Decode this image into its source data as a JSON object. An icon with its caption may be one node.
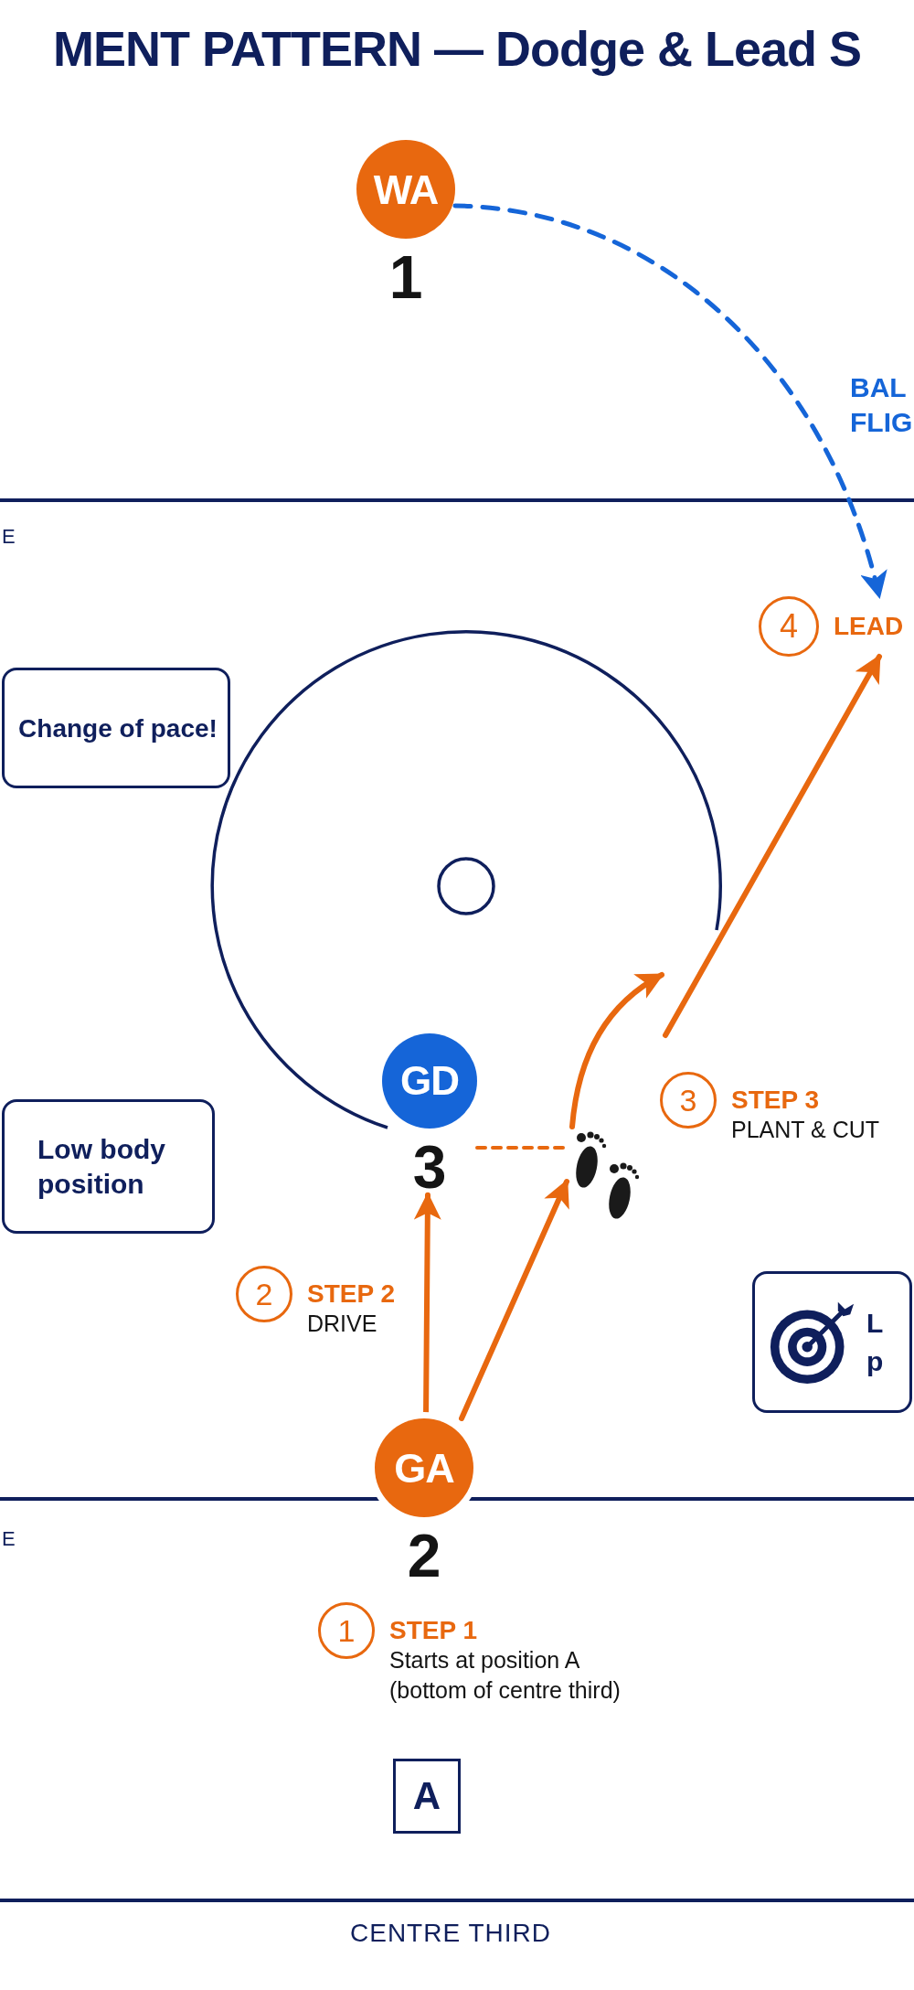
{
  "diagram": {
    "title": "MENT PATTERN — Dodge & Lead S",
    "nodes": [
      {
        "text": [
          "WA"
        ],
        "beside": [
          "1"
        ]
      },
      {
        "text": [
          "4"
        ],
        "beside": [
          "LEAD"
        ]
      },
      {
        "text": [
          "Change of pace!"
        ]
      },
      {
        "text": [
          "GD"
        ],
        "beside": [
          "3"
        ]
      },
      {
        "text": [
          "3"
        ],
        "beside": [
          "STEP 3",
          "PLANT & CUT"
        ]
      },
      {
        "text": [
          "Low body position"
        ]
      },
      {
        "text": [],
        "shape": "picture"
      },
      {
        "text": [
          "2"
        ],
        "beside": [
          "STEP 2",
          "DRIVE"
        ]
      },
      {
        "text": [
          "L p"
        ]
      },
      {
        "text": [
          "GA"
        ],
        "beside": [
          "2"
        ]
      },
      {
        "text": [
          "1"
        ],
        "beside": [
          "STEP 1",
          "Starts at position A (bottom of centre third)"
        ]
      },
      {
        "text": [
          "A"
        ]
      }
    ],
    "edges": [
      {
        "from": 0,
        "to": 1,
        "arrow": "to",
        "style": "dashed",
        "color": "#1565d8",
        "label": "BAL FLIG"
      },
      {
        "from": 9,
        "to": 3,
        "arrow": "to"
      },
      {
        "from": 9,
        "to": 6,
        "arrow": "to"
      },
      {
        "from": 3,
        "to": 6,
        "arrow": "none",
        "style": "dashed"
      },
      {
        "from": 6,
        "to": null,
        "arrow": "to"
      },
      {
        "from": null,
        "to": 1,
        "arrow": "to"
      }
    ],
    "labels": [
      "E",
      "E",
      "CENTRE THIRD"
    ]
  }
}
